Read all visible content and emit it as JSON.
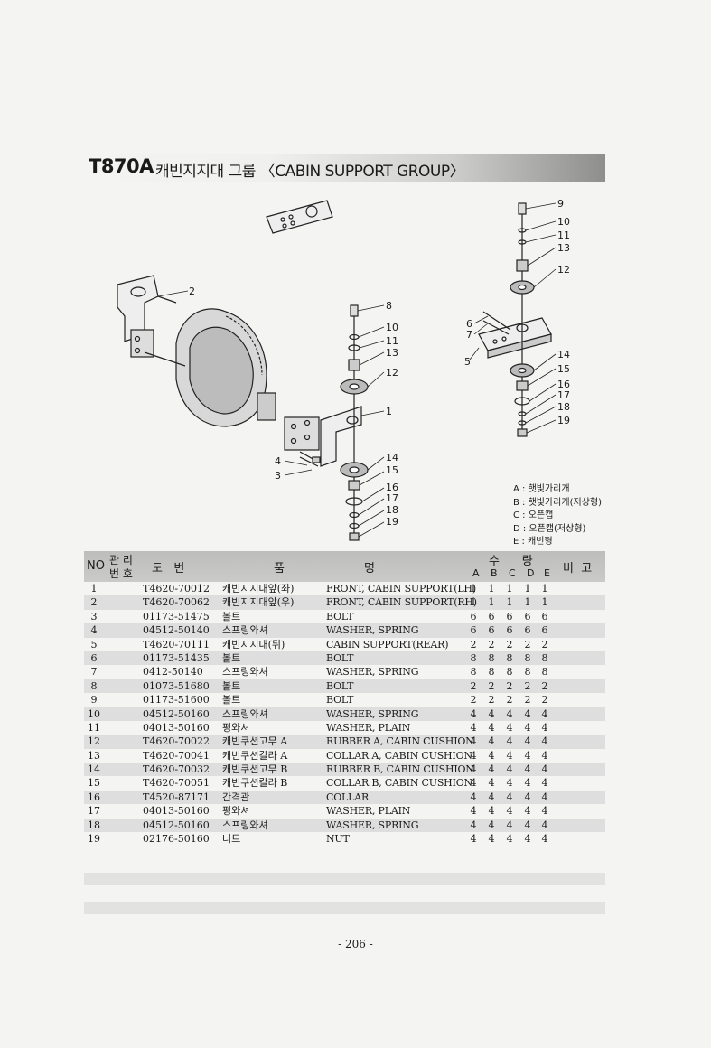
{
  "header": {
    "code": "T870A",
    "title": "캐빈지지대 그룹 〈CABIN SUPPORT GROUP〉"
  },
  "diagram": {
    "callouts": [
      "1",
      "2",
      "3",
      "4",
      "5",
      "6",
      "7",
      "8",
      "9",
      "10",
      "11",
      "12",
      "13",
      "14",
      "15",
      "16",
      "17",
      "18",
      "19"
    ]
  },
  "legend": [
    "A : 햇빛가리개",
    "B : 햇빛가리개(저상형)",
    "C : 오픈캡",
    "D : 오픈캡(저상형)",
    "E : 캐빈형"
  ],
  "table": {
    "headers": {
      "no": "NO",
      "mgmt": "관 리",
      "mgmt2": "번 호",
      "drawing": "도   번",
      "item": "품",
      "name": "명",
      "qty": "수      량",
      "remarks": "비  고",
      "variants": [
        "A",
        "B",
        "C",
        "D",
        "E"
      ]
    },
    "rows": [
      {
        "no": "1",
        "part": "T4620-70012",
        "kor": "캐빈지지대앞(좌)",
        "eng": "FRONT, CABIN SUPPORT(LH)",
        "q": [
          "1",
          "1",
          "1",
          "1",
          "1"
        ]
      },
      {
        "no": "2",
        "part": "T4620-70062",
        "kor": "캐빈지지대앞(우)",
        "eng": "FRONT, CABIN SUPPORT(RH)",
        "q": [
          "1",
          "1",
          "1",
          "1",
          "1"
        ]
      },
      {
        "no": "3",
        "part": "01173-51475",
        "kor": "볼트",
        "eng": "BOLT",
        "q": [
          "6",
          "6",
          "6",
          "6",
          "6"
        ]
      },
      {
        "no": "4",
        "part": "04512-50140",
        "kor": "스프링와셔",
        "eng": "WASHER, SPRING",
        "q": [
          "6",
          "6",
          "6",
          "6",
          "6"
        ]
      },
      {
        "no": "5",
        "part": "T4620-70111",
        "kor": "캐빈지지대(뒤)",
        "eng": "CABIN SUPPORT(REAR)",
        "q": [
          "2",
          "2",
          "2",
          "2",
          "2"
        ]
      },
      {
        "no": "6",
        "part": "01173-51435",
        "kor": "볼트",
        "eng": "BOLT",
        "q": [
          "8",
          "8",
          "8",
          "8",
          "8"
        ]
      },
      {
        "no": "7",
        "part": "0412-50140",
        "kor": "스프링와셔",
        "eng": "WASHER, SPRING",
        "q": [
          "8",
          "8",
          "8",
          "8",
          "8"
        ]
      },
      {
        "no": "8",
        "part": "01073-51680",
        "kor": "볼트",
        "eng": "BOLT",
        "q": [
          "2",
          "2",
          "2",
          "2",
          "2"
        ]
      },
      {
        "no": "9",
        "part": "01173-51600",
        "kor": "볼트",
        "eng": "BOLT",
        "q": [
          "2",
          "2",
          "2",
          "2",
          "2"
        ]
      },
      {
        "no": "10",
        "part": "04512-50160",
        "kor": "스프링와셔",
        "eng": "WASHER, SPRING",
        "q": [
          "4",
          "4",
          "4",
          "4",
          "4"
        ]
      },
      {
        "no": "11",
        "part": "04013-50160",
        "kor": "평와셔",
        "eng": "WASHER, PLAIN",
        "q": [
          "4",
          "4",
          "4",
          "4",
          "4"
        ]
      },
      {
        "no": "12",
        "part": "T4620-70022",
        "kor": "캐빈쿠션고무 A",
        "eng": "RUBBER A, CABIN CUSHION",
        "q": [
          "4",
          "4",
          "4",
          "4",
          "4"
        ]
      },
      {
        "no": "13",
        "part": "T4620-70041",
        "kor": "캐빈쿠션칼라 A",
        "eng": "COLLAR A, CABIN CUSHION",
        "q": [
          "4",
          "4",
          "4",
          "4",
          "4"
        ]
      },
      {
        "no": "14",
        "part": "T4620-70032",
        "kor": "캐빈쿠션고무 B",
        "eng": "RUBBER B, CABIN CUSHION",
        "q": [
          "4",
          "4",
          "4",
          "4",
          "4"
        ]
      },
      {
        "no": "15",
        "part": "T4620-70051",
        "kor": "캐빈쿠션칼라 B",
        "eng": "COLLAR B, CABIN CUSHION",
        "q": [
          "4",
          "4",
          "4",
          "4",
          "4"
        ]
      },
      {
        "no": "16",
        "part": "T4520-87171",
        "kor": "간격관",
        "eng": "COLLAR",
        "q": [
          "4",
          "4",
          "4",
          "4",
          "4"
        ]
      },
      {
        "no": "17",
        "part": "04013-50160",
        "kor": "평와셔",
        "eng": "WASHER, PLAIN",
        "q": [
          "4",
          "4",
          "4",
          "4",
          "4"
        ]
      },
      {
        "no": "18",
        "part": "04512-50160",
        "kor": "스프링와셔",
        "eng": "WASHER, SPRING",
        "q": [
          "4",
          "4",
          "4",
          "4",
          "4"
        ]
      },
      {
        "no": "19",
        "part": "02176-50160",
        "kor": "너트",
        "eng": "NUT",
        "q": [
          "4",
          "4",
          "4",
          "4",
          "4"
        ]
      }
    ]
  },
  "footer": {
    "page_number": "- 206 -"
  }
}
